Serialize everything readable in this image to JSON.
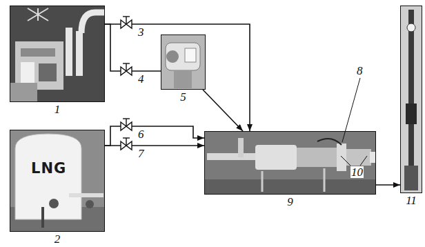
{
  "diagram": {
    "nodes": [
      {
        "text": [
          "1"
        ]
      },
      {
        "text": [
          "LNG",
          "2"
        ]
      },
      {
        "text": [
          "5"
        ]
      },
      {
        "text": [
          "9"
        ]
      },
      {
        "text": [
          "11"
        ]
      }
    ],
    "edges": [
      {
        "from": 0,
        "to": 3,
        "arrow": "to"
      },
      {
        "from": 0,
        "to": 2,
        "arrow": "none"
      },
      {
        "from": 2,
        "to": 3,
        "arrow": "to"
      },
      {
        "from": 1,
        "to": 3,
        "arrow": "to"
      },
      {
        "from": 1,
        "to": 3,
        "arrow": "to"
      },
      {
        "from": 3,
        "to": 4,
        "arrow": "to"
      }
    ],
    "labels": [
      "3",
      "4",
      "6",
      "7",
      "8",
      "10"
    ]
  }
}
